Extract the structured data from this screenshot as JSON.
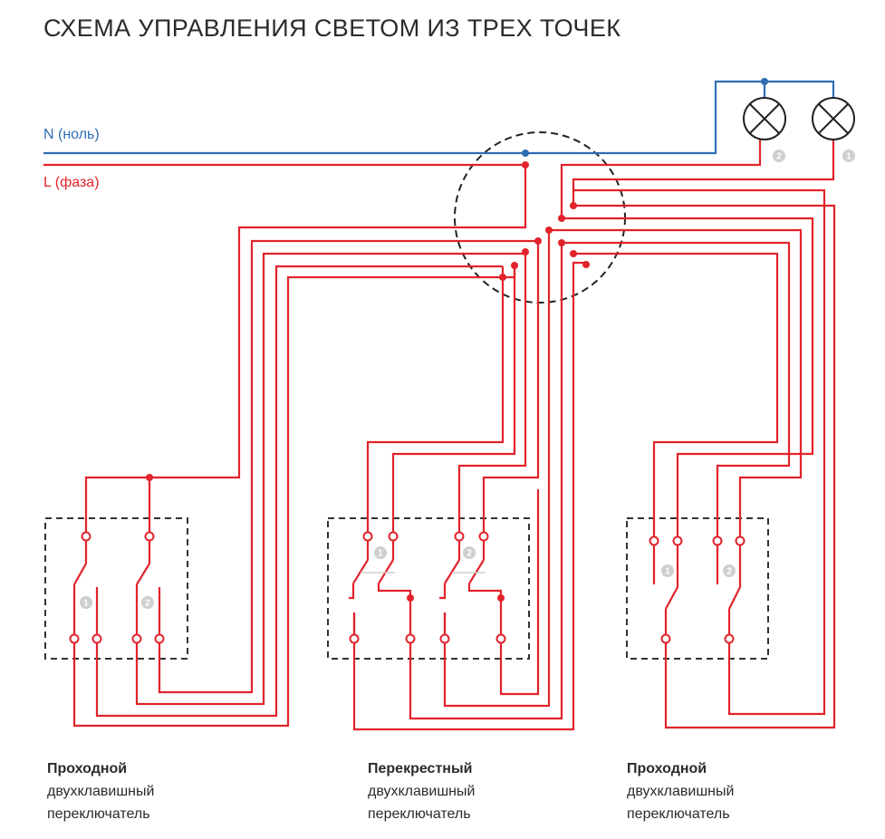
{
  "title": "СХЕМА УПРАВЛЕНИЯ СВЕТОМ ИЗ ТРЕХ ТОЧЕК",
  "wires": {
    "neutral_label": "N (ноль)",
    "phase_label": "L (фаза)"
  },
  "colors": {
    "neutral": "#2f6db3",
    "phase": "#e2232b",
    "frame": "#333333",
    "badge": "#cfcfcf"
  },
  "lamps": [
    {
      "number": "2"
    },
    {
      "number": "1"
    }
  ],
  "switches": [
    {
      "name": "Проходной",
      "line2": "двухклавишный",
      "line3": "переключатель",
      "keys": [
        "1",
        "2"
      ]
    },
    {
      "name": "Перекрестный",
      "line2": "двухклавишный",
      "line3": "переключатель",
      "keys": [
        "1",
        "2"
      ]
    },
    {
      "name": "Проходной",
      "line2": "двухклавишный",
      "line3": "переключатель",
      "keys": [
        "1",
        "2"
      ]
    }
  ]
}
